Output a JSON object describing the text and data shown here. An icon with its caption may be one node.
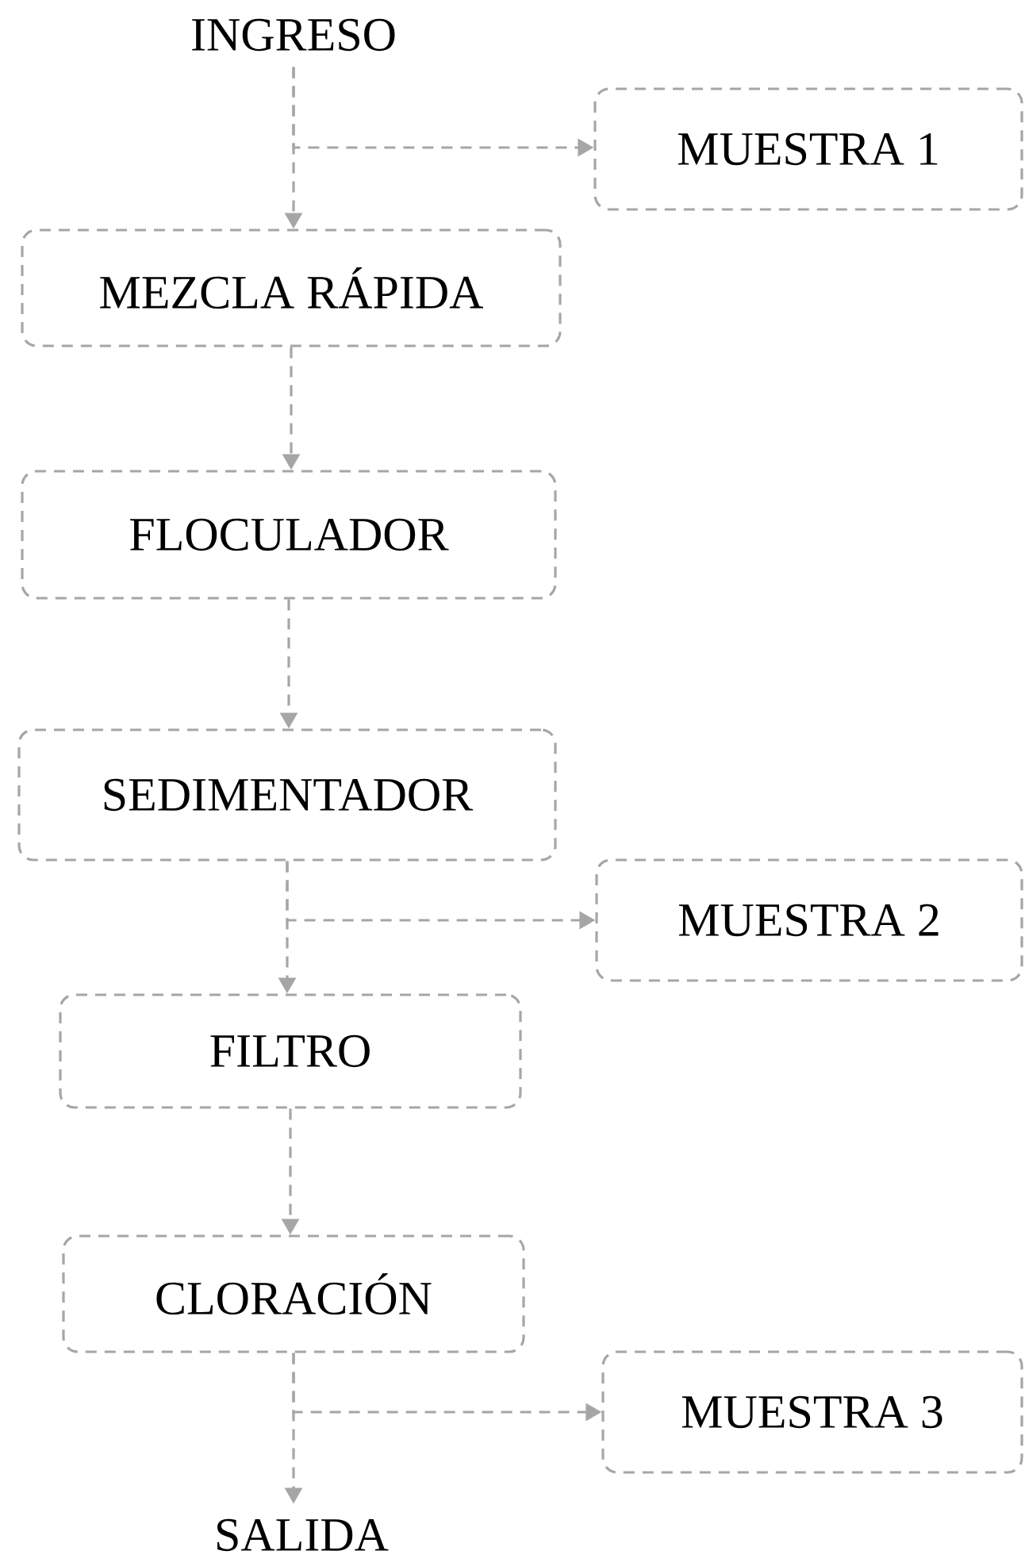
{
  "diagram": {
    "nodes": [
      {
        "text": [
          "INGRESO"
        ]
      },
      {
        "text": [
          "MUESTRA 1"
        ]
      },
      {
        "text": [
          "MEZCLA RÁPIDA"
        ]
      },
      {
        "text": [
          "FLOCULADOR"
        ]
      },
      {
        "text": [
          "SEDIMENTADOR"
        ]
      },
      {
        "text": [
          "MUESTRA 2"
        ]
      },
      {
        "text": [
          "FILTRO"
        ]
      },
      {
        "text": [
          "CLORACIÓN"
        ]
      },
      {
        "text": [
          "MUESTRA 3"
        ]
      },
      {
        "text": [
          "SALIDA"
        ]
      }
    ],
    "edges": [
      {
        "from": 0,
        "to": 2,
        "arrow": "to",
        "style": "dashed"
      },
      {
        "from": 0,
        "to": 1,
        "arrow": "to",
        "style": "dashed"
      },
      {
        "from": 2,
        "to": 3,
        "arrow": "to",
        "style": "dashed"
      },
      {
        "from": 3,
        "to": 4,
        "arrow": "to",
        "style": "dashed"
      },
      {
        "from": 4,
        "to": 6,
        "arrow": "to",
        "style": "dashed"
      },
      {
        "from": 4,
        "to": 5,
        "arrow": "to",
        "style": "dashed"
      },
      {
        "from": 6,
        "to": 7,
        "arrow": "to",
        "style": "dashed"
      },
      {
        "from": 7,
        "to": 9,
        "arrow": "to",
        "style": "dashed"
      },
      {
        "from": 7,
        "to": 8,
        "arrow": "to",
        "style": "dashed"
      }
    ]
  }
}
